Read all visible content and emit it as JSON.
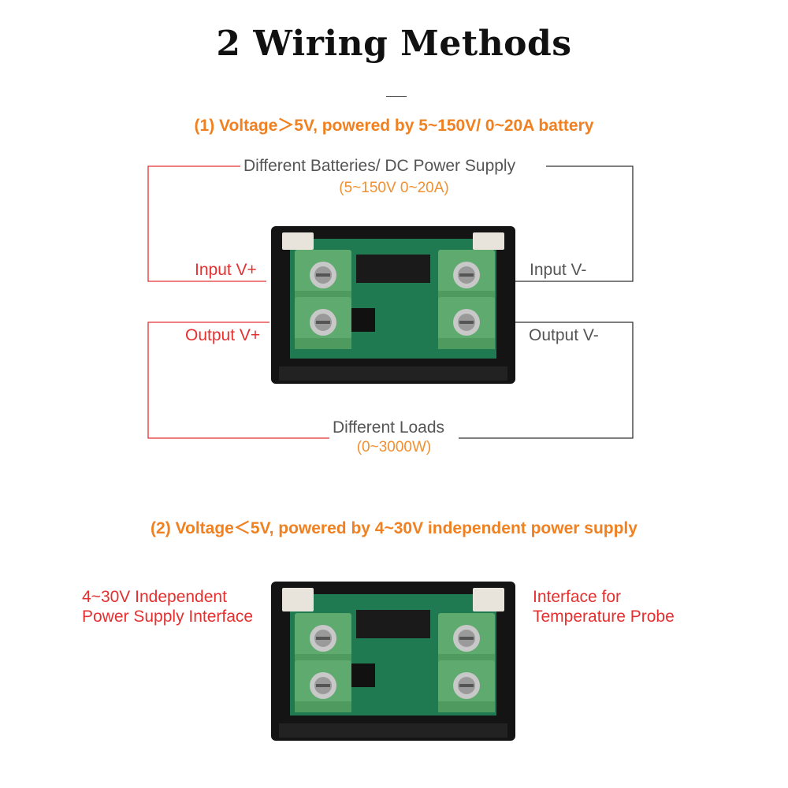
{
  "title": "2 Wiring Methods",
  "method1": {
    "heading": "(1) Voltage＞5V, powered by 5~150V/ 0~20A battery",
    "supply_label": "Different Batteries/ DC Power Supply",
    "supply_range": "(5~150V 0~20A)",
    "input_pos": "Input V+",
    "input_neg": "Input V-",
    "output_pos": "Output V+",
    "output_neg": "Output V-",
    "load_label": "Different Loads",
    "load_range": "(0~3000W)"
  },
  "method2": {
    "heading": "(2) Voltage＜5V, powered by 4~30V independent power supply",
    "power_interface_line1": "4~30V Independent",
    "power_interface_line2": "Power Supply Interface",
    "probe_interface_line1": "Interface for",
    "probe_interface_line2": "Temperature Probe"
  },
  "colors": {
    "positive_wire": "#e53030",
    "negative_wire": "#333333",
    "heading": "#f08020",
    "terminal_green": "#5faa6e",
    "pcb_green": "#1f7a52"
  }
}
